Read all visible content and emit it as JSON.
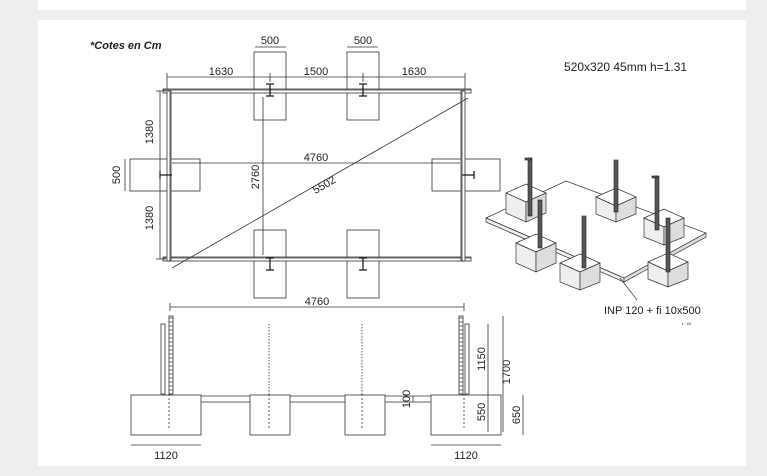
{
  "note": "*Cotes en Cm",
  "spec": "520x320 45mm h=1.31",
  "profile": "INP 120  + fi 10x500",
  "scale": "1 : 40",
  "plan": {
    "top_pad_width_left": "500",
    "top_pad_width_right": "500",
    "top_left_span": "1630",
    "top_mid_span": "1500",
    "top_right_span": "1630",
    "left_upper": "1380",
    "left_pad": "500",
    "left_lower": "1380",
    "inner_width": "4760",
    "inner_height": "2760",
    "diagonal": "5502",
    "bottom_width": "4760"
  },
  "elevation": {
    "col_height": "1150",
    "total_height": "1700",
    "embed": "550",
    "footing_height": "650",
    "slab": "100",
    "left_footing": "1120",
    "right_footing": "1120"
  }
}
